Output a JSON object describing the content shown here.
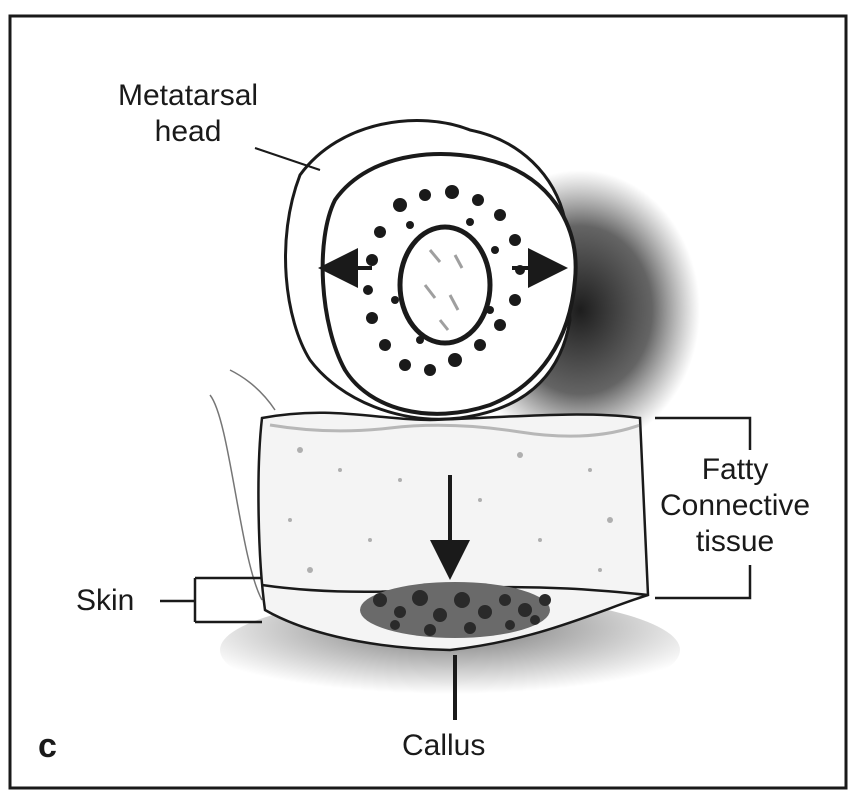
{
  "panel_letter": "c",
  "labels": {
    "metatarsal_head": [
      "Metatarsal",
      "head"
    ],
    "fatty_connective_tissue": [
      "Fatty",
      "Connective",
      "tissue"
    ],
    "skin": "Skin",
    "callus": "Callus"
  },
  "colors": {
    "ink": "#1a1a1a",
    "background": "#ffffff"
  }
}
